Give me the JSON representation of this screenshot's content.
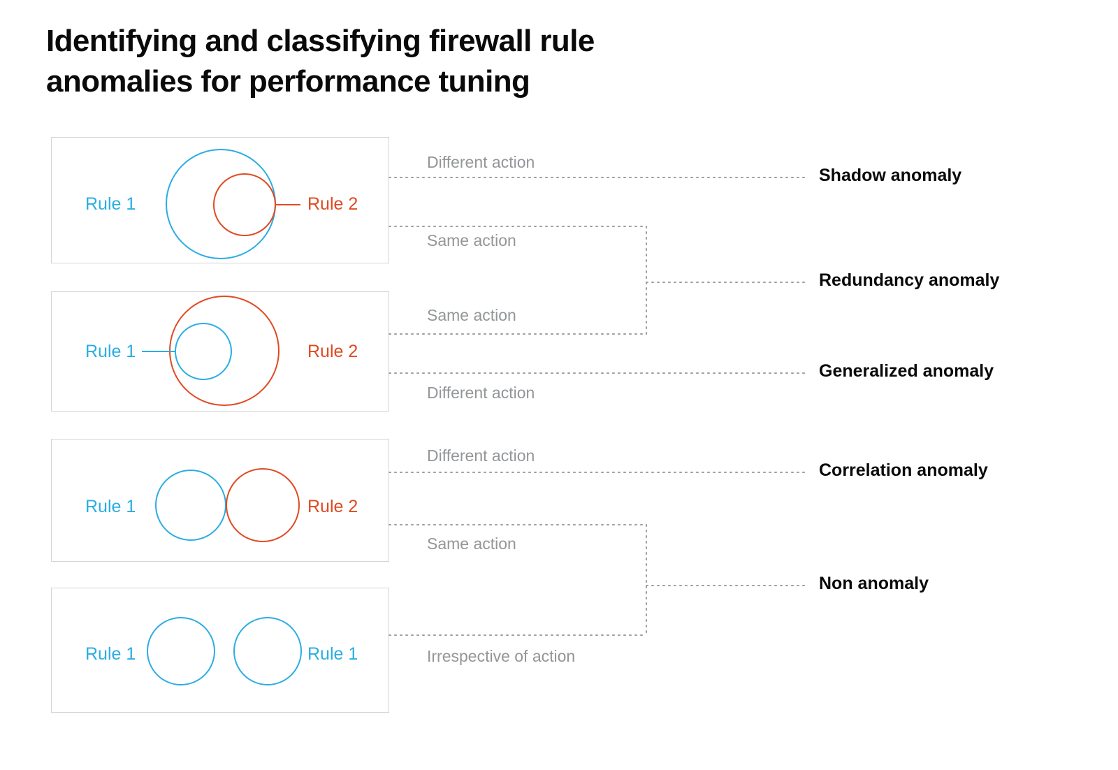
{
  "title": {
    "line1": "Identifying and classifying firewall rule",
    "line2": "anomalies for performance tuning"
  },
  "colors": {
    "rule1_blue": "#2BADE3",
    "rule2_red": "#E04A22",
    "panel_border": "#D2D4D6",
    "connector_gray": "#9A9DA1",
    "action_text": "#939699",
    "anomaly_text": "#0A0A0A"
  },
  "panels": [
    {
      "id": "panel-shadow",
      "diagram": "rule2-contained-in-rule1-tangent-right",
      "left_label": "Rule 1",
      "left_label_color": "blue",
      "right_label": "Rule 2",
      "right_label_color": "red",
      "leader": "red-line-from-rule2-to-inner-circle"
    },
    {
      "id": "panel-generalized",
      "diagram": "rule1-contained-in-rule2-tangent-left",
      "left_label": "Rule 1",
      "left_label_color": "blue",
      "right_label": "Rule 2",
      "right_label_color": "red",
      "leader": "blue-line-from-rule1-to-inner-circle"
    },
    {
      "id": "panel-correlation",
      "diagram": "two-tangent-circles",
      "left_label": "Rule 1",
      "left_label_color": "blue",
      "right_label": "Rule 2",
      "right_label_color": "red",
      "leader": "none"
    },
    {
      "id": "panel-non-anomaly",
      "diagram": "two-disjoint-blue-circles",
      "left_label": "Rule 1",
      "left_label_color": "blue",
      "right_label": "Rule 1",
      "right_label_color": "blue",
      "leader": "none"
    }
  ],
  "action_conditions": [
    {
      "id": "cond-1",
      "text": "Different action",
      "from_panel": "panel-shadow",
      "leads_to": "Shadow anomaly"
    },
    {
      "id": "cond-2",
      "text": "Same action",
      "from_panel": "panel-shadow",
      "leads_to": "Redundancy anomaly"
    },
    {
      "id": "cond-3",
      "text": "Same action",
      "from_panel": "panel-generalized",
      "leads_to": "Redundancy anomaly"
    },
    {
      "id": "cond-4",
      "text": "Different action",
      "from_panel": "panel-generalized",
      "leads_to": "Generalized anomaly"
    },
    {
      "id": "cond-5",
      "text": "Different action",
      "from_panel": "panel-correlation",
      "leads_to": "Correlation anomaly"
    },
    {
      "id": "cond-6",
      "text": "Same action",
      "from_panel": "panel-correlation",
      "leads_to": "Non anomaly"
    },
    {
      "id": "cond-7",
      "text": "Irrespective of action",
      "from_panel": "panel-non-anomaly",
      "leads_to": "Non anomaly"
    }
  ],
  "anomalies": [
    {
      "id": "anomaly-shadow",
      "label": "Shadow anomaly"
    },
    {
      "id": "anomaly-redundancy",
      "label": "Redundancy anomaly"
    },
    {
      "id": "anomaly-generalized",
      "label": "Generalized anomaly"
    },
    {
      "id": "anomaly-correlation",
      "label": "Correlation anomaly"
    },
    {
      "id": "anomaly-non",
      "label": "Non anomaly"
    }
  ]
}
